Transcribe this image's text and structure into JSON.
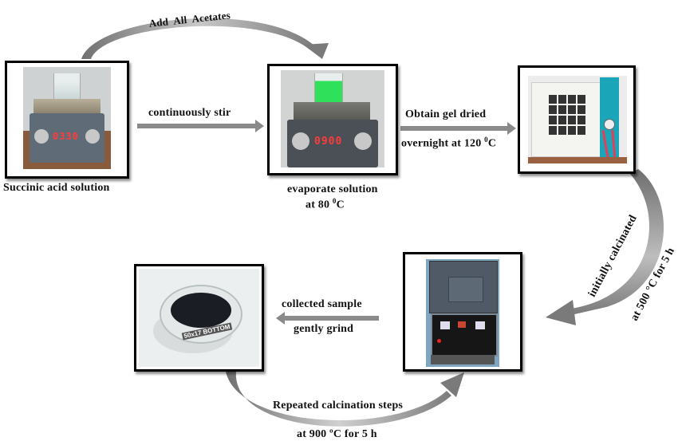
{
  "diagram": {
    "type": "process-flow",
    "steps": [
      {
        "id": "step-1",
        "label": "Succinic acid solution",
        "equipment": "magnetic-stirrer-hotplate",
        "display_value": "0330",
        "beaker_contents": "clear liquid"
      },
      {
        "id": "step-2",
        "label_line1": "evaporate solution",
        "label_line2_prefix": "at 80 ",
        "label_line2_sup": "0",
        "label_line2_suffix": "C",
        "equipment": "magnetic-stirrer-hotplate",
        "display_value": "0900",
        "beaker_contents": "green solution"
      },
      {
        "id": "step-3",
        "label": "",
        "equipment": "vacuum-oven"
      },
      {
        "id": "step-4",
        "label": "",
        "equipment": "muffle-furnace"
      },
      {
        "id": "step-5",
        "label": "",
        "equipment": "petri-dish-with-black-powder",
        "dish_text": "50x17 BOTTOM"
      }
    ],
    "transitions": [
      {
        "from": "step-1",
        "to": "step-2",
        "label": "Add  All  Acetates",
        "style": "curved-arrow-top"
      },
      {
        "from": "step-1",
        "to": "step-2",
        "label": "continuously stir",
        "style": "straight-arrow"
      },
      {
        "from": "step-2",
        "to": "step-3",
        "label_top": "Obtain gel dried",
        "label_bottom_prefix": "overnight at 120 ",
        "label_bottom_sup": "0",
        "label_bottom_suffix": "C",
        "style": "straight-arrow"
      },
      {
        "from": "step-3",
        "to": "step-4",
        "label_line1": "initially calcinated",
        "label_line2": "at 500 °C for 5 h",
        "style": "curved-arrow-right"
      },
      {
        "from": "step-4",
        "to": "step-5",
        "label_top": "collected sample",
        "label_bottom": "gently grind",
        "style": "straight-arrow-left"
      },
      {
        "from": "step-5",
        "to": "step-4",
        "label_line1": "Repeated calcination steps",
        "label_line2": "at 900 ºC for 5 h",
        "style": "curved-arrow-bottom"
      }
    ],
    "colors": {
      "arrow": "#8a8a8a",
      "frame": "#000000",
      "green_solution": "#2fe05a",
      "led": "#ff3b3b",
      "oven_panel": "#1aa6b8"
    }
  }
}
